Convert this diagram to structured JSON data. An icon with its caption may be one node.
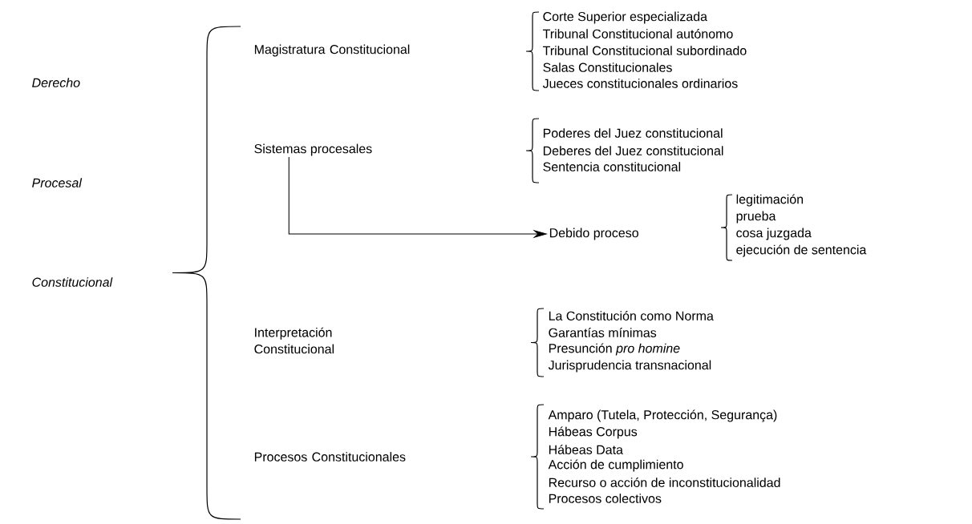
{
  "diagram": {
    "nodes": [
      {
        "text": [
          "Sistemas procesales"
        ]
      },
      {
        "text": [
          "Debido proceso"
        ]
      }
    ],
    "edges": [
      {
        "from": 0,
        "to": 1,
        "arrow": "to"
      }
    ],
    "labels": [
      "Derecho",
      "Procesal",
      "Constitucional",
      "Magistratura Constitucional",
      "Corte Superior especializada",
      "Tribunal Constitucional autónomo",
      "Tribunal Constitucional subordinado",
      "Salas Constitucionales",
      "Jueces constitucionales ordinarios",
      "Poderes del Juez constitucional",
      "Deberes del Juez constitucional",
      "Sentencia constitucional",
      "legitimación",
      "prueba",
      "cosa juzgada",
      "ejecución de sentencia",
      "Interpretación Constitucional",
      "La Constitución como Norma",
      "Garantías mínimas",
      "Presunción *pro homine*",
      "Jurisprudencia transnacional",
      "Procesos Constitucionales",
      "Amparo (Tutela, Protección, Segurança)",
      "Hábeas Corpus",
      "Hábeas Data",
      "Acción de cumplimiento",
      "Recurso o acción de inconstitucionalidad",
      "Procesos colectivos"
    ]
  }
}
